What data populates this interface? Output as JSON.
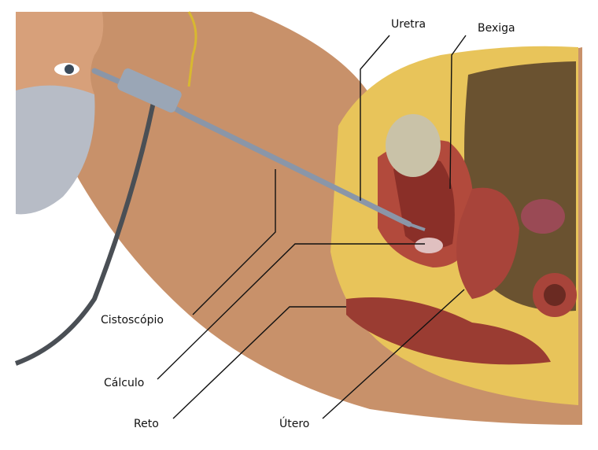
{
  "diagram": {
    "labels": {
      "urethra": "Uretra",
      "bladder": "Bexiga",
      "cystoscope": "Cistoscópio",
      "stone": "Cálculo",
      "rectum": "Reto",
      "uterus": "Útero"
    },
    "colors": {
      "skin": "#c8916a",
      "fat": "#e8c45a",
      "organ": "#a8443a",
      "cavity": "#6a5230",
      "mask": "#b7bcc6",
      "scope": "#8a96a8"
    }
  }
}
